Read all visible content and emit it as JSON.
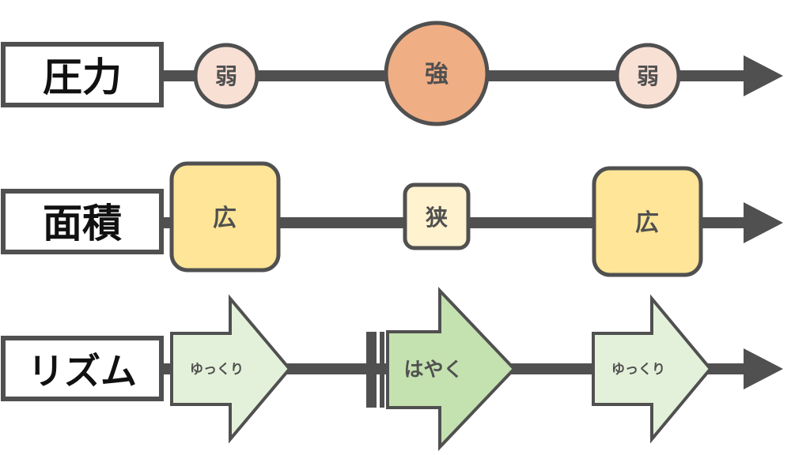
{
  "rows": [
    {
      "label": "圧力",
      "items": [
        "弱",
        "強",
        "弱"
      ]
    },
    {
      "label": "面積",
      "items": [
        "広",
        "狭",
        "広"
      ]
    },
    {
      "label": "リズム",
      "items": [
        "ゆっくり",
        "はやく",
        "ゆっくり"
      ]
    }
  ],
  "colors": {
    "line": "#505050",
    "weak_fill": "#f8e0d4",
    "strong_fill": "#f0ae84",
    "wide_fill": "#fee597",
    "narrow_fill": "#fff2cf",
    "slow_fill": "#e4f1da",
    "fast_fill": "#c4e1b0"
  }
}
